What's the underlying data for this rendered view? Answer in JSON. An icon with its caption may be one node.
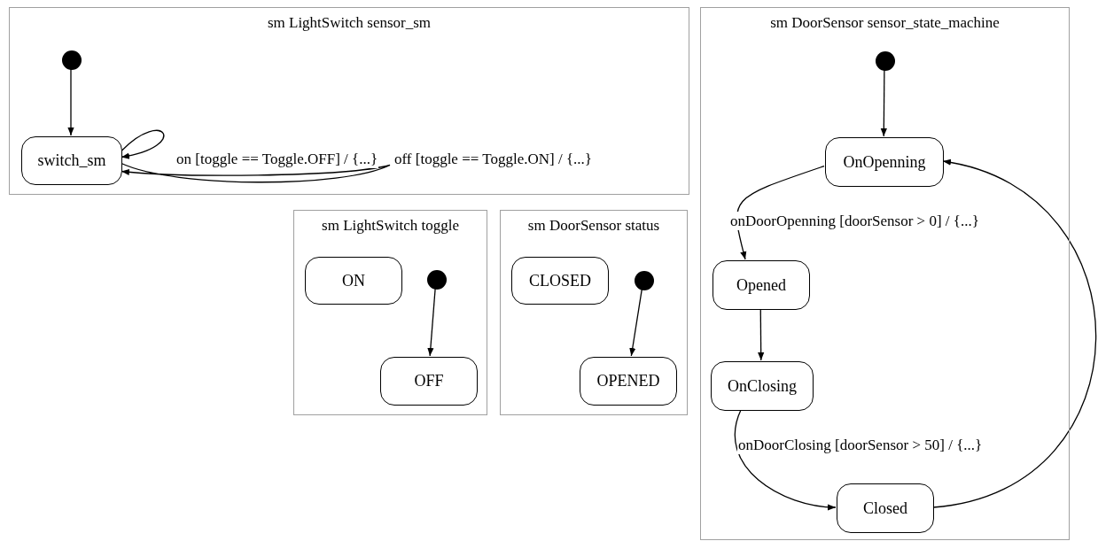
{
  "diagram": {
    "nodes": [
      {
        "text": [
          "sm LightSwitch sensor_sm"
        ]
      },
      {
        "text": [],
        "shape": "circle",
        "in": 0
      },
      {
        "text": [
          "switch_sm"
        ],
        "in": 0
      },
      {
        "text": [
          "sm LightSwitch toggle"
        ]
      },
      {
        "text": [
          "ON"
        ],
        "in": 3
      },
      {
        "text": [],
        "shape": "circle",
        "in": 3
      },
      {
        "text": [
          "OFF"
        ],
        "in": 3
      },
      {
        "text": [
          "sm DoorSensor status"
        ]
      },
      {
        "text": [
          "CLOSED"
        ],
        "in": 7
      },
      {
        "text": [],
        "shape": "circle",
        "in": 7
      },
      {
        "text": [
          "OPENED"
        ],
        "in": 7
      },
      {
        "text": [
          "sm DoorSensor sensor_state_machine"
        ]
      },
      {
        "text": [],
        "shape": "circle",
        "in": 11
      },
      {
        "text": [
          "OnOpenning"
        ],
        "in": 11
      },
      {
        "text": [
          "Opened"
        ],
        "in": 11
      },
      {
        "text": [
          "OnClosing"
        ],
        "in": 11
      },
      {
        "text": [
          "Closed"
        ],
        "in": 11
      }
    ],
    "edges": [
      {
        "from": 1,
        "to": 2,
        "arrow": "to"
      },
      {
        "from": 2,
        "to": 2,
        "arrow": "to",
        "label": "on [toggle == Toggle.OFF] / {...}"
      },
      {
        "from": 2,
        "to": 2,
        "arrow": "to",
        "label": "off [toggle == Toggle.ON] / {...}"
      },
      {
        "from": 5,
        "to": 6,
        "arrow": "to"
      },
      {
        "from": 9,
        "to": 10,
        "arrow": "to"
      },
      {
        "from": 12,
        "to": 13,
        "arrow": "to"
      },
      {
        "from": 13,
        "to": 14,
        "arrow": "to",
        "label": "onDoorOpenning [doorSensor > 0] / {...}"
      },
      {
        "from": 14,
        "to": 15,
        "arrow": "to"
      },
      {
        "from": 15,
        "to": 16,
        "arrow": "to",
        "label": "onDoorClosing [doorSensor > 50] / {...}"
      },
      {
        "from": 16,
        "to": 13,
        "arrow": "to"
      }
    ]
  }
}
